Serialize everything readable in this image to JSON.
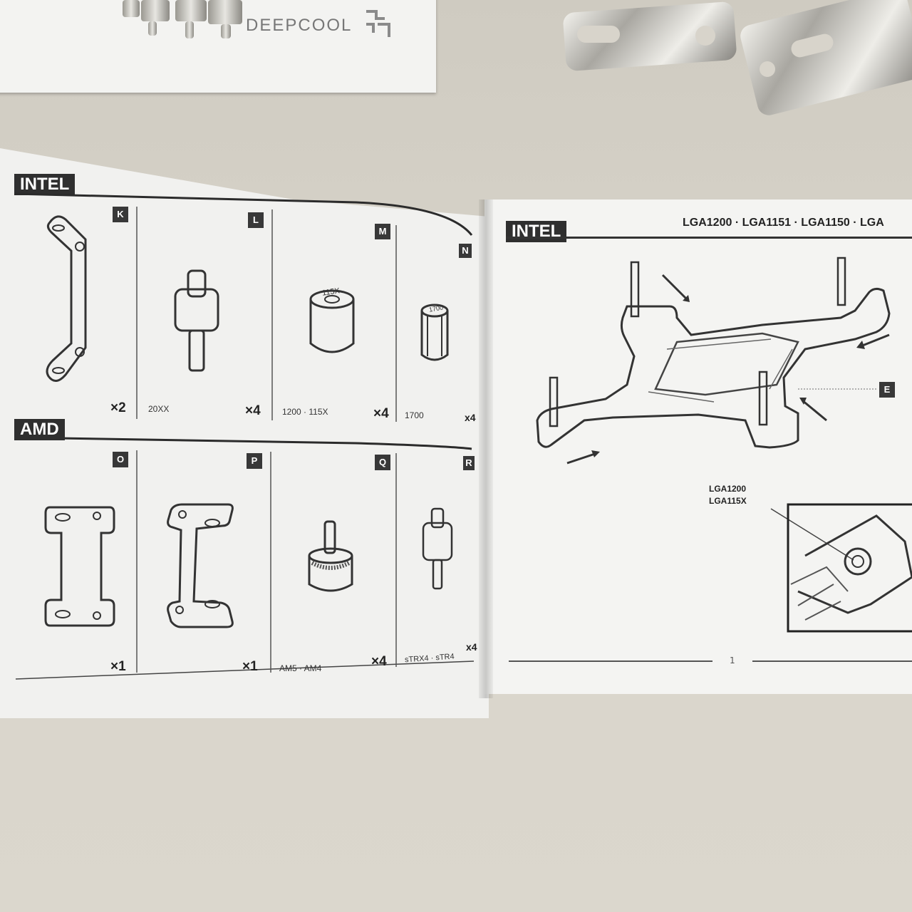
{
  "box": {
    "brand": "DEEPCOOL"
  },
  "left_page": {
    "intel_header": "INTEL",
    "amd_header": "AMD",
    "intel_parts": [
      {
        "letter": "K",
        "qty": "×2",
        "caption": ""
      },
      {
        "letter": "L",
        "qty": "×4",
        "caption": "20XX"
      },
      {
        "letter": "M",
        "qty": "×4",
        "caption": "1200 · 115X",
        "stamp": "115X"
      },
      {
        "letter": "N",
        "qty": "x4",
        "caption": "1700",
        "stamp": "1700"
      }
    ],
    "amd_parts": [
      {
        "letter": "O",
        "qty": "×1",
        "caption": ""
      },
      {
        "letter": "P",
        "qty": "×1",
        "caption": ""
      },
      {
        "letter": "Q",
        "qty": "×4",
        "caption": "AM5 · AM4"
      },
      {
        "letter": "R",
        "qty": "x4",
        "caption": "sTRX4 · sTR4"
      }
    ]
  },
  "right_page": {
    "header": "INTEL",
    "sockets": "LGA1200 · LGA1151 · LGA1150 · LGA",
    "part_letter": "E",
    "callout": [
      "LGA1200",
      "LGA115X"
    ],
    "page_number": "1"
  },
  "colors": {
    "ink": "#2f2f2f",
    "paper": "#f1f1ef",
    "table": "#d8d4cb"
  }
}
